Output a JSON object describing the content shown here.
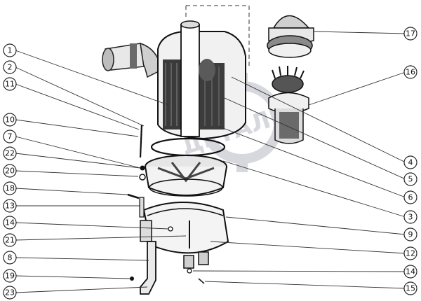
{
  "watermark": {
    "text": "ДЕТАЛЕЙ",
    "color": "#b8b8c4"
  },
  "colors": {
    "ink": "#1a1a1a",
    "shade": "#4a4a4a",
    "light": "#dcdcdc"
  },
  "callouts": {
    "c1": "1",
    "c2": "2",
    "c3": "3",
    "c4": "4",
    "c5": "5",
    "c6": "6",
    "c7": "7",
    "c8": "8",
    "c9": "9",
    "c10": "10",
    "c11": "11",
    "c12": "12",
    "c13": "13",
    "c14a": "14",
    "c14b": "14",
    "c15": "15",
    "c16": "16",
    "c17": "17",
    "c18": "18",
    "c19": "19",
    "c20": "20",
    "c21": "21",
    "c22": "22",
    "c23": "23"
  }
}
